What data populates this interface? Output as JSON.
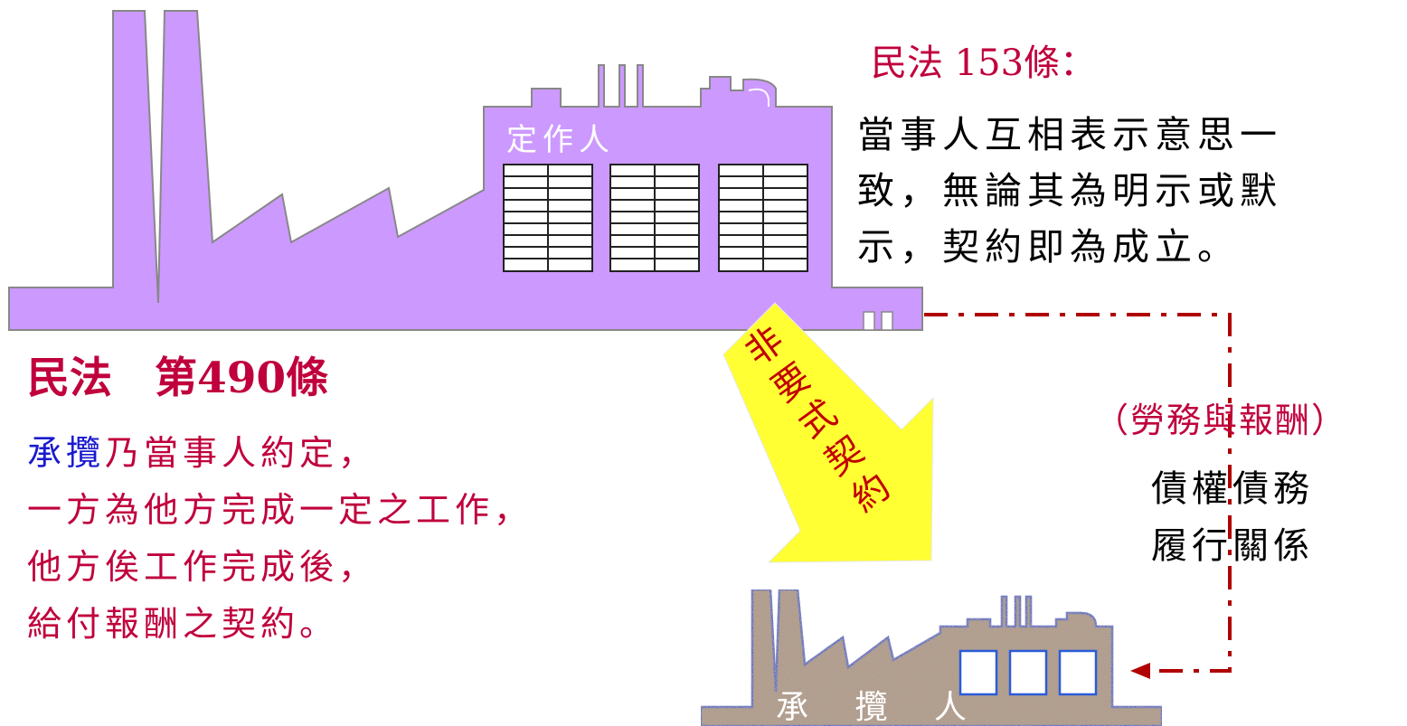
{
  "owner": {
    "label": "定作人"
  },
  "contractor": {
    "label": "承 攬 人"
  },
  "arrow": {
    "text": "非要式契約"
  },
  "article153": {
    "title": "民法 153條：",
    "lines": [
      "當事人互相表示意思一",
      "致，無論其為明示或默",
      "示，契約即為成立。"
    ]
  },
  "article490": {
    "title": "民法　第490條",
    "keyword": "承攬",
    "line1_rest": "乃當事人約定，",
    "lines": [
      "一方為他方完成一定之工作，",
      "他方俟工作完成後，",
      "給付報酬之契約。"
    ]
  },
  "relationship": {
    "label": "（勞務與報酬）",
    "lines": [
      "債權債務",
      "履行關係"
    ]
  },
  "colors": {
    "factory_fill": "#cc99ff",
    "factory_outline": "#888888",
    "contractor_fill": "#b09a88",
    "contractor_outline": "#2a5cd8",
    "accent": "#c0003c",
    "keyword": "#1a1ad0",
    "arrow_fill": "#ffff33",
    "arrow_text": "#c00000",
    "connector": "#b00000"
  }
}
